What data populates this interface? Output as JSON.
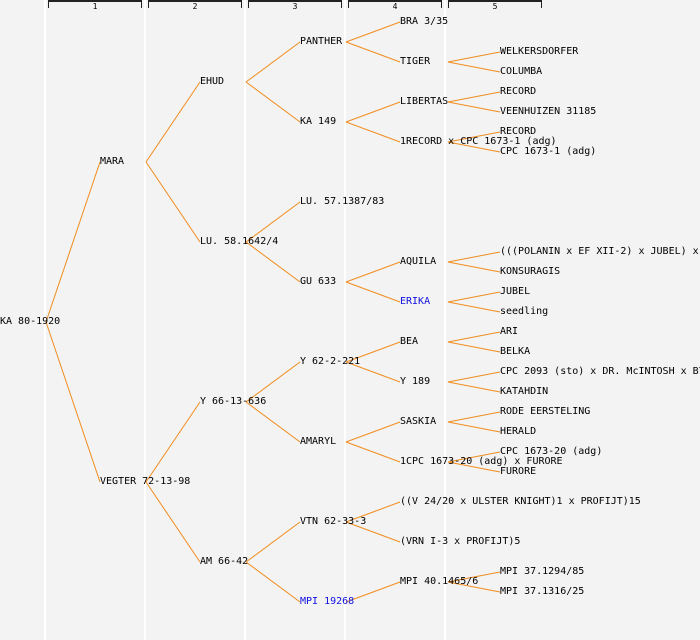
{
  "generations": [
    "1",
    "2",
    "3",
    "4",
    "5"
  ],
  "line_color": "#f08c1e",
  "link_color": "#1010e0",
  "tree": {
    "root": "KA 80-1920",
    "nodes": [
      {
        "id": "n0",
        "label": "KA 80-1920",
        "gen": 0,
        "row": 16
      },
      {
        "id": "n1",
        "label": "MARA",
        "gen": 1,
        "row": 8,
        "parent": "n0"
      },
      {
        "id": "n2",
        "label": "VEGTER 72-13-98",
        "gen": 1,
        "row": 24,
        "parent": "n0"
      },
      {
        "id": "n3",
        "label": "EHUD",
        "gen": 2,
        "row": 4,
        "parent": "n1"
      },
      {
        "id": "n4",
        "label": "LU. 58.1642/4",
        "gen": 2,
        "row": 12,
        "parent": "n1"
      },
      {
        "id": "n5",
        "label": "Y 66-13-636",
        "gen": 2,
        "row": 20,
        "parent": "n2"
      },
      {
        "id": "n6",
        "label": "AM 66-42",
        "gen": 2,
        "row": 28,
        "parent": "n2"
      },
      {
        "id": "n7",
        "label": "PANTHER",
        "gen": 3,
        "row": 2,
        "parent": "n3"
      },
      {
        "id": "n8",
        "label": "KA 149",
        "gen": 3,
        "row": 6,
        "parent": "n3"
      },
      {
        "id": "n9",
        "label": "LU. 57.1387/83",
        "gen": 3,
        "row": 10,
        "parent": "n4"
      },
      {
        "id": "n10",
        "label": "GU 633",
        "gen": 3,
        "row": 14,
        "parent": "n4"
      },
      {
        "id": "n11",
        "label": "Y 62-2-221",
        "gen": 3,
        "row": 18,
        "parent": "n5"
      },
      {
        "id": "n12",
        "label": "AMARYL",
        "gen": 3,
        "row": 22,
        "parent": "n5"
      },
      {
        "id": "n13",
        "label": "VTN 62-33-3",
        "gen": 3,
        "row": 26,
        "parent": "n6"
      },
      {
        "id": "n14",
        "label": "MPI 19268",
        "gen": 3,
        "row": 30,
        "parent": "n6",
        "link": true
      },
      {
        "id": "n15",
        "label": "BRA 3/35",
        "gen": 4,
        "row": 1,
        "parent": "n7"
      },
      {
        "id": "n16",
        "label": "TIGER",
        "gen": 4,
        "row": 3,
        "parent": "n7"
      },
      {
        "id": "n17",
        "label": "LIBERTAS",
        "gen": 4,
        "row": 5,
        "parent": "n8"
      },
      {
        "id": "n18",
        "label": "1RECORD x CPC 1673-1 (adg)",
        "gen": 4,
        "row": 7,
        "parent": "n8"
      },
      {
        "id": "n19",
        "label": "AQUILA",
        "gen": 4,
        "row": 13,
        "parent": "n10"
      },
      {
        "id": "n20",
        "label": "ERIKA",
        "gen": 4,
        "row": 15,
        "parent": "n10",
        "link": true
      },
      {
        "id": "n21",
        "label": "BEA",
        "gen": 4,
        "row": 17,
        "parent": "n11"
      },
      {
        "id": "n22",
        "label": "Y 189",
        "gen": 4,
        "row": 19,
        "parent": "n11"
      },
      {
        "id": "n23",
        "label": "SASKIA",
        "gen": 4,
        "row": 21,
        "parent": "n12"
      },
      {
        "id": "n24",
        "label": "1CPC 1673-20 (adg) x FURORE",
        "gen": 4,
        "row": 23,
        "parent": "n12"
      },
      {
        "id": "n25",
        "label": "((V 24/20 x ULSTER KNIGHT)1 x PROFIJT)15",
        "gen": 4,
        "row": 25,
        "parent": "n13"
      },
      {
        "id": "n26",
        "label": "(VRN I-3 x PROFIJT)5",
        "gen": 4,
        "row": 27,
        "parent": "n13"
      },
      {
        "id": "n27",
        "label": "MPI 40.1465/6",
        "gen": 4,
        "row": 29,
        "parent": "n14"
      },
      {
        "id": "n28",
        "label": "WELKERSDORFER",
        "gen": 5,
        "row": 2.5,
        "parent": "n16"
      },
      {
        "id": "n29",
        "label": "COLUMBA",
        "gen": 5,
        "row": 3.5,
        "parent": "n16"
      },
      {
        "id": "n30",
        "label": "RECORD",
        "gen": 5,
        "row": 4.5,
        "parent": "n17"
      },
      {
        "id": "n31",
        "label": "VEENHUIZEN 31185",
        "gen": 5,
        "row": 5.5,
        "parent": "n17"
      },
      {
        "id": "n32",
        "label": "RECORD",
        "gen": 5,
        "row": 6.5,
        "parent": "n18"
      },
      {
        "id": "n33",
        "label": "CPC 1673-1 (adg)",
        "gen": 5,
        "row": 7.5,
        "parent": "n18"
      },
      {
        "id": "n34",
        "label": "(((POLANIN x EF XII-2) x JUBEL) x",
        "gen": 5,
        "row": 12.5,
        "parent": "n19"
      },
      {
        "id": "n35",
        "label": "KONSURAGIS",
        "gen": 5,
        "row": 13.5,
        "parent": "n19"
      },
      {
        "id": "n36",
        "label": "JUBEL",
        "gen": 5,
        "row": 14.5,
        "parent": "n20"
      },
      {
        "id": "n37",
        "label": "seedling",
        "gen": 5,
        "row": 15.5,
        "parent": "n20"
      },
      {
        "id": "n38",
        "label": "ARI",
        "gen": 5,
        "row": 16.5,
        "parent": "n21"
      },
      {
        "id": "n39",
        "label": "BELKA",
        "gen": 5,
        "row": 17.5,
        "parent": "n21"
      },
      {
        "id": "n40",
        "label": "CPC 2093 (sto) x DR. McINTOSH x B7",
        "gen": 5,
        "row": 18.5,
        "parent": "n22"
      },
      {
        "id": "n41",
        "label": "KATAHDIN",
        "gen": 5,
        "row": 19.5,
        "parent": "n22"
      },
      {
        "id": "n42",
        "label": "RODE EERSTELING",
        "gen": 5,
        "row": 20.5,
        "parent": "n23"
      },
      {
        "id": "n43",
        "label": "HERALD",
        "gen": 5,
        "row": 21.5,
        "parent": "n23"
      },
      {
        "id": "n44",
        "label": "CPC 1673-20 (adg)",
        "gen": 5,
        "row": 22.5,
        "parent": "n24"
      },
      {
        "id": "n45",
        "label": "FURORE",
        "gen": 5,
        "row": 23.5,
        "parent": "n24"
      },
      {
        "id": "n46",
        "label": "MPI 37.1294/85",
        "gen": 5,
        "row": 28.5,
        "parent": "n27"
      },
      {
        "id": "n47",
        "label": "MPI 37.1316/25",
        "gen": 5,
        "row": 29.5,
        "parent": "n27"
      }
    ]
  }
}
